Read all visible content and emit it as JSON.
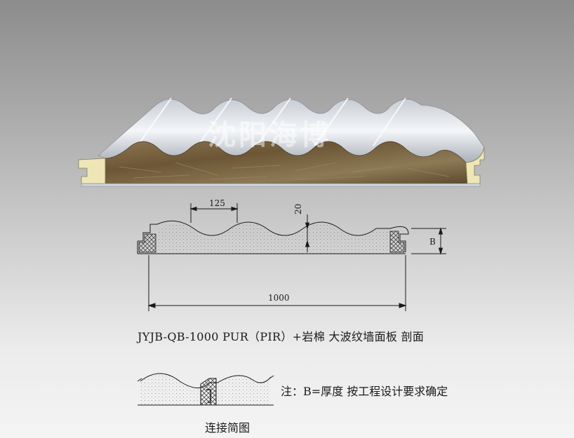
{
  "watermark": "沈阳海博",
  "dimensions": {
    "pitch": "125",
    "wave_height": "20",
    "thickness": "B",
    "width": "1000"
  },
  "caption": "JYJB-QB-1000 PUR（PIR）+岩棉 大波纹墙面板 剖面",
  "note": "注：B=厚度 按工程设计要求确定",
  "joint_caption": "连接简图",
  "colors": {
    "background_top": "#8c8c8c",
    "background_bottom": "#f4f4f4",
    "rock_wool": "#7a6442",
    "foam_edge": "#efe6b8",
    "steel": "#e6ecf2"
  }
}
